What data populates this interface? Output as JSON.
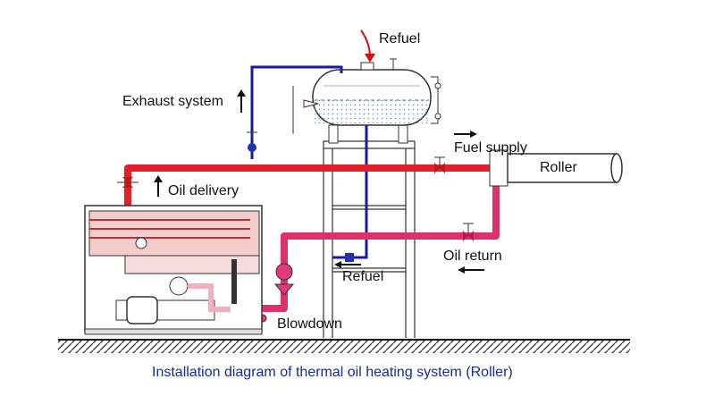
{
  "labels": {
    "refuel_top": "Refuel",
    "exhaust": "Exhaust system",
    "fuel_supply": "Fuel supply",
    "roller": "Roller",
    "oil_delivery": "Oil delivery",
    "oil_return": "Oil return",
    "refuel_bottom": "Refuel",
    "blowdown": "Blowdown"
  },
  "caption": "Installation diagram of thermal oil heating system (Roller)",
  "colors": {
    "hot_oil": "#e0202a",
    "return_oil": "#e0306a",
    "fuel_line": "#1a1aa0",
    "caption": "#1a2a9a",
    "arrow_red": "#d01010"
  }
}
